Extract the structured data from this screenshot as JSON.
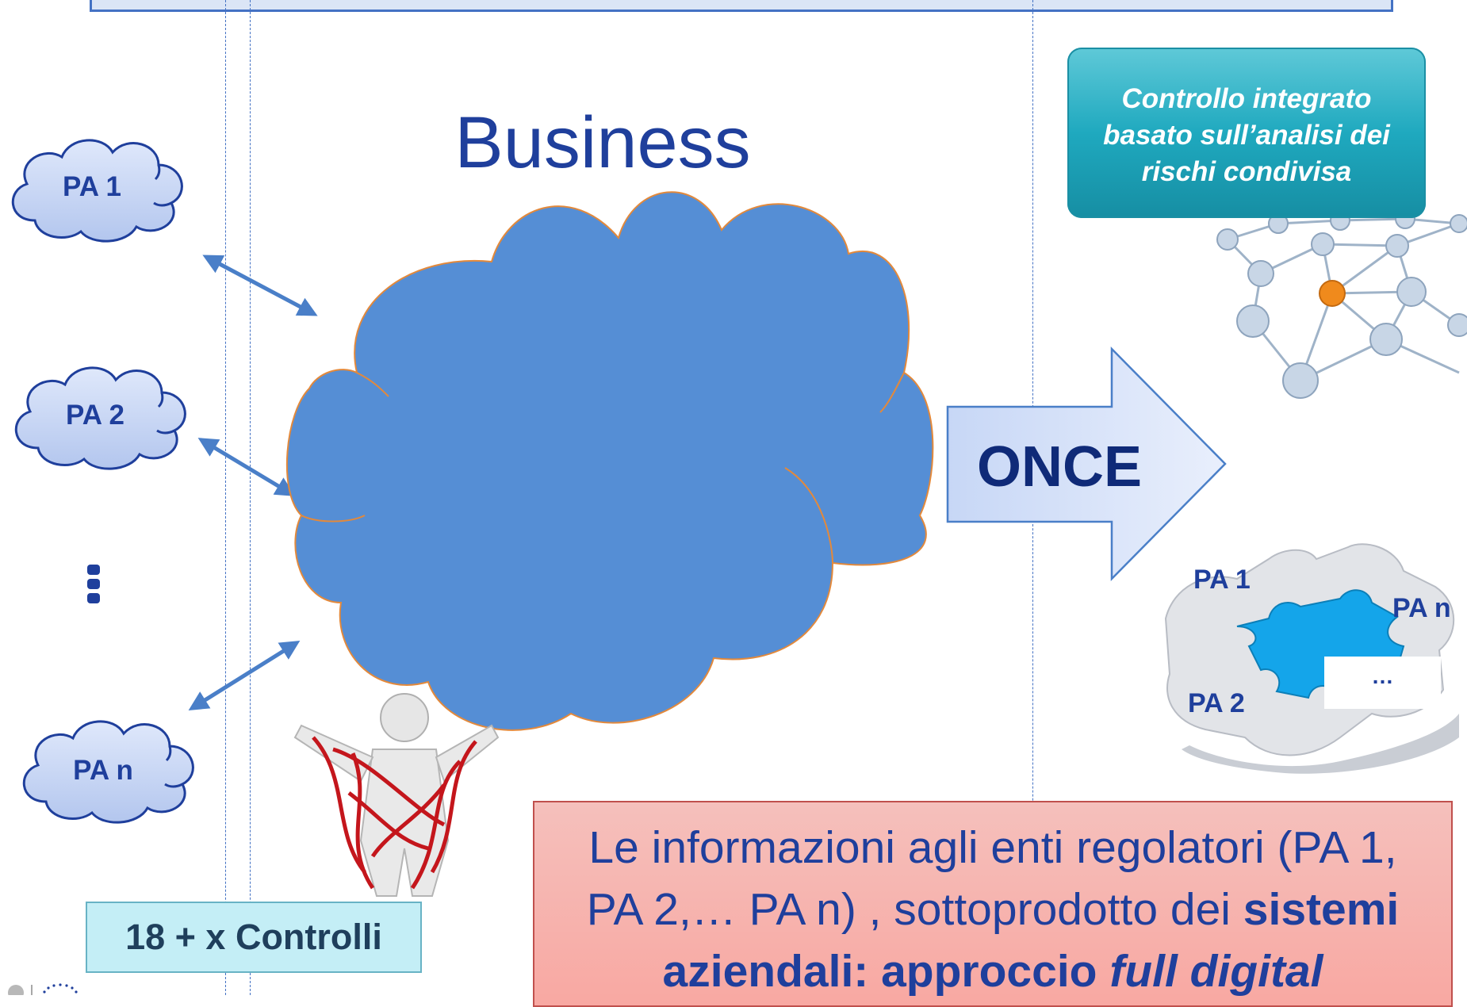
{
  "diagram": {
    "title": "Business",
    "left_clouds": [
      "PA 1",
      "PA 2",
      "PA n"
    ],
    "ellipsis_marker": "vertical-dots",
    "teal_box_lines": [
      "Controllo integrato",
      "basato sull’analisi dei",
      "rischi condivisa"
    ],
    "arrow_label": "ONCE",
    "puzzle_labels": {
      "top_left": "PA 1",
      "right": "PA n",
      "bottom_left": "PA 2",
      "more": "…"
    },
    "controls_box": "18 + x Controlli",
    "info_box": {
      "line1": "Le informazioni agli enti regolatori (PA 1,",
      "line2_normal": "PA 2,… PA n) , sottoprodotto dei ",
      "line2_bold": "sistemi",
      "line3_bold": "aziendali: approccio ",
      "line3_bold_italic": "full digital"
    },
    "colors": {
      "dark_blue_text": "#1f3f9c",
      "central_cloud_fill": "#558ed5",
      "central_cloud_stroke": "#e3893b",
      "small_cloud_fill": "#c5d3f1",
      "teal_box": "#1fa9bf",
      "controls_box_fill": "#c4eef6",
      "info_box_fill": "#f8b4ae",
      "info_box_border": "#c0504d",
      "arrow_fill": "#dbe6fb",
      "connector_arrow": "#4a7fc8"
    },
    "icons": [
      "network-graph-icon",
      "puzzle-pieces-icon",
      "tangled-figure-icon",
      "logo-icon"
    ]
  }
}
